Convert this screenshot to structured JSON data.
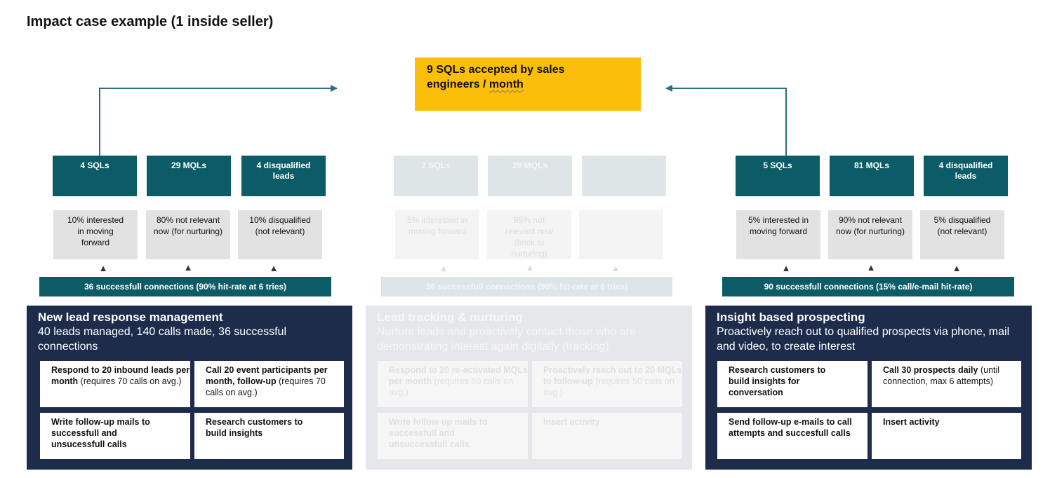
{
  "title": "Impact case example (1 inside seller)",
  "target": {
    "line1": "9 SQLs accepted by sales",
    "line2a": "engineers / ",
    "line2b": "month"
  },
  "columns": [
    {
      "boxes": [
        "4 SQLs",
        "29 MQLs",
        "4 disqualified leads"
      ],
      "rates": [
        "10% interested in moving forward",
        "80% not relevant now (for nurturing)",
        "10% disqualified (not relevant)"
      ],
      "connections": "36 successfull connections (90% hit-rate at 6 tries)",
      "heading": "New lead response management",
      "subheading": "40 leads managed, 140 calls made, 36 successful connections",
      "cards": [
        {
          "bold": "Respond to 20 inbound leads per month",
          "rest": " (requires 70 calls on avg.)"
        },
        {
          "bold": "Call 20 event participants per month, follow-up",
          "rest": " (requires 70 calls on avg.)"
        },
        {
          "bold": "Write follow-up mails to successfull and unsucessfull calls",
          "rest": ""
        },
        {
          "bold": "Research customers to build insights",
          "rest": ""
        }
      ]
    },
    {
      "boxes": [
        "2 SQLs",
        "29 MQLs",
        ""
      ],
      "rates": [
        "5% interested in moving forward",
        "95% not relevant now (back to nurturing)",
        ""
      ],
      "connections": "36 successfull connections (90% hit-rate at 6 tries)",
      "heading": "Lead tracking & nurturing",
      "subheading": "Nurture leads and proactively contact those who are demonstrating interest again digitally (tracking)",
      "cards": [
        {
          "bold": "Respond to 20 re-activated MQLs per month",
          "rest": " (requires 50 calls on avg.)"
        },
        {
          "bold": "Proactively reach out to 20 MQLs to follow-up",
          "rest": " (requires 50 calls on avg.)"
        },
        {
          "bold": "Write follow-up mails to successfull and unsuccessfull calls",
          "rest": ""
        },
        {
          "bold": "Insert activity",
          "rest": ""
        }
      ]
    },
    {
      "boxes": [
        "5 SQLs",
        "81 MQLs",
        "4 disqualified leads"
      ],
      "rates": [
        "5% interested in moving forward",
        "90% not relevant now (for nurturing)",
        "5% disqualified (not relevant)"
      ],
      "connections": "90 successfull connections (15% call/e-mail hit-rate)",
      "heading": "Insight based prospecting",
      "subheading": "Proactively reach out to qualified prospects via phone, mail and video, to create interest",
      "cards": [
        {
          "bold": "Research customers to build insights for conversation",
          "rest": ""
        },
        {
          "bold": "Call 30 prospects daily",
          "rest": " (until connection, max 6 attempts)"
        },
        {
          "bold": "Send follow-up e-mails to call attempts and succesfull calls",
          "rest": ""
        },
        {
          "bold": "Insert activity",
          "rest": ""
        }
      ]
    }
  ],
  "colors": {
    "teal": "#0b5c66",
    "navy": "#1e2c4c",
    "yellow": "#fbbf0a",
    "arrow": "#2e6e7e"
  },
  "icons": {
    "triangle": "▲"
  }
}
